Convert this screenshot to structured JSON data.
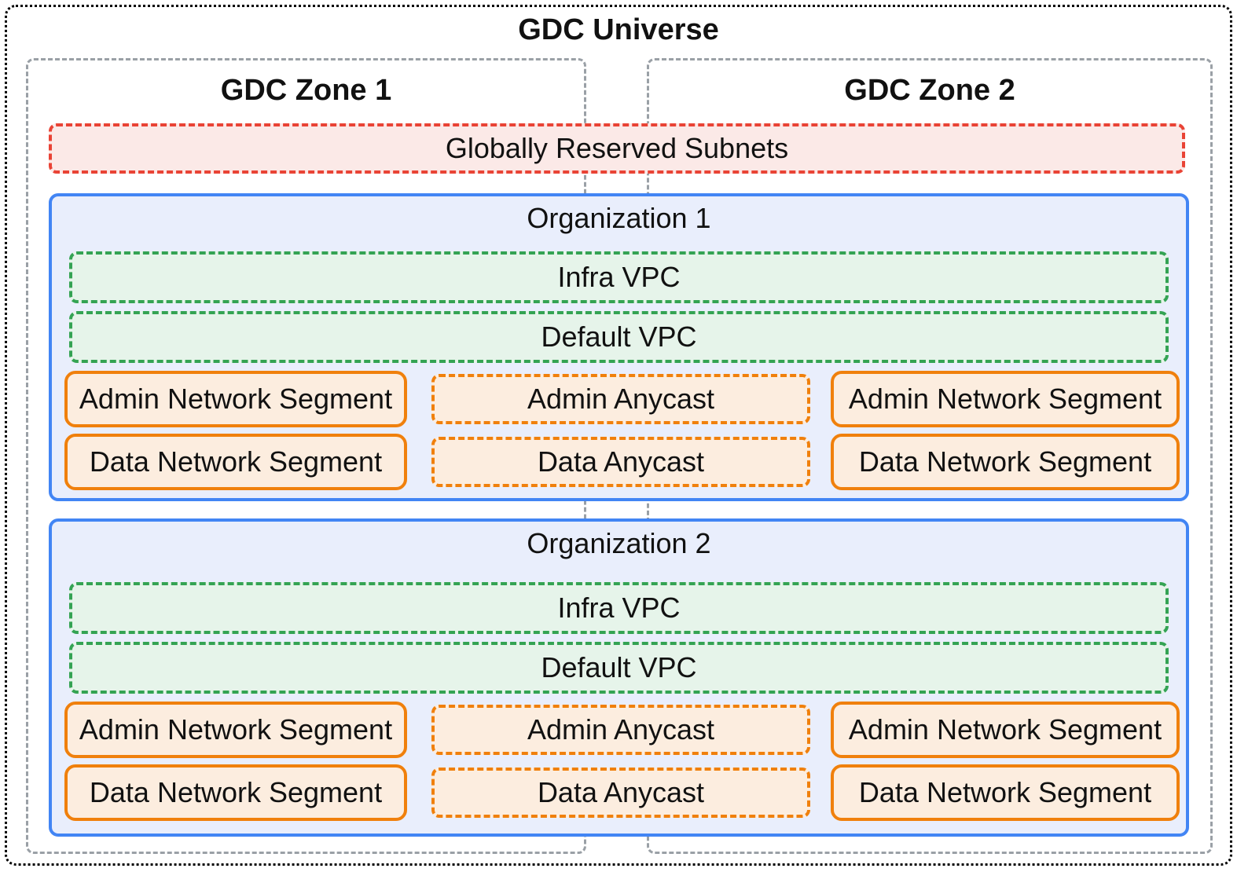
{
  "title": "GDC Universe",
  "zones": [
    {
      "label": "GDC Zone 1"
    },
    {
      "label": "GDC Zone 2"
    }
  ],
  "reserved": {
    "label": "Globally Reserved Subnets"
  },
  "organizations": [
    {
      "title": "Organization 1",
      "infra_vpc": "Infra VPC",
      "default_vpc": "Default VPC",
      "rows": [
        {
          "left": "Admin Network Segment",
          "center": "Admin Anycast",
          "right": "Admin Network Segment"
        },
        {
          "left": "Data Network Segment",
          "center": "Data Anycast",
          "right": "Data Network Segment"
        }
      ]
    },
    {
      "title": "Organization 2",
      "infra_vpc": "Infra VPC",
      "default_vpc": "Default VPC",
      "rows": [
        {
          "left": "Admin Network Segment",
          "center": "Admin Anycast",
          "right": "Admin Network Segment"
        },
        {
          "left": "Data Network Segment",
          "center": "Data Anycast",
          "right": "Data Network Segment"
        }
      ]
    }
  ],
  "colors": {
    "outer_border": "#000000",
    "zone_border": "#9aa0a6",
    "reserved_border": "#e94335",
    "reserved_bg": "#fbe9e7",
    "org_border": "#4285f4",
    "org_bg": "#e9eefc",
    "vpc_border": "#34a353",
    "vpc_bg": "#e6f4ea",
    "segment_border": "#f0800c",
    "segment_bg": "#fceddf"
  }
}
